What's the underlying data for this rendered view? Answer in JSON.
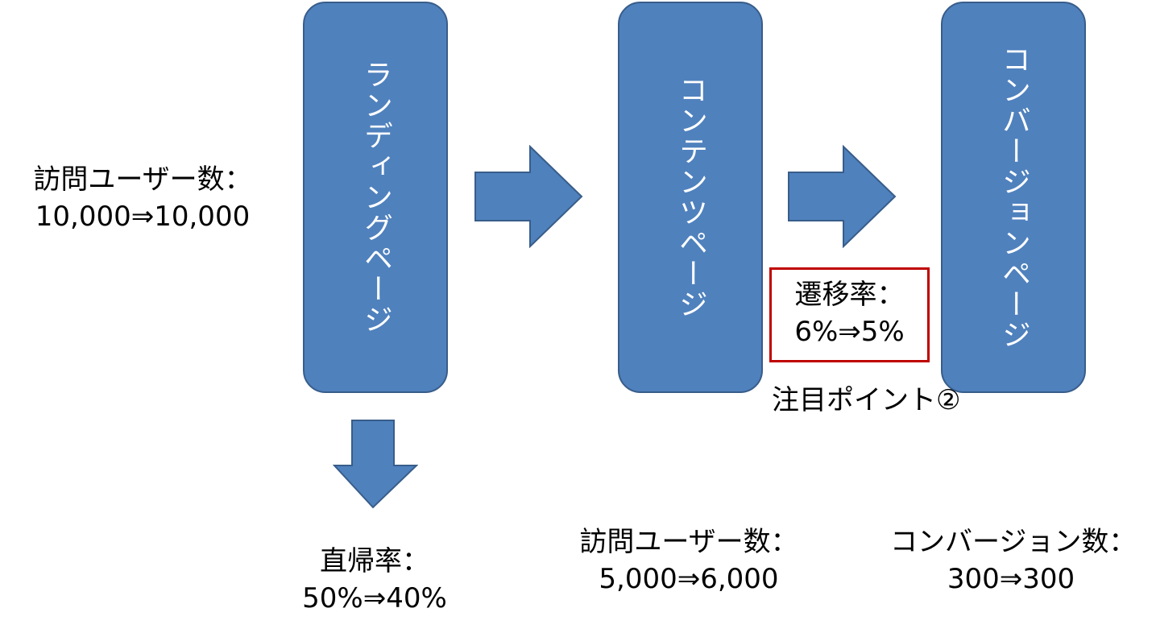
{
  "colors": {
    "box_fill": "#4f81bd",
    "box_border": "#385d8a",
    "highlight_border": "#c00000"
  },
  "stages": {
    "landing": "ランディングページ",
    "content": "コンテンツページ",
    "conversion": "コンバージョンページ"
  },
  "visitors_start": {
    "label": "訪問ユーザー数：",
    "value": "10,000⇒10,000"
  },
  "bounce": {
    "label": "直帰率：",
    "value": "50%⇒40%"
  },
  "transition": {
    "label": "遷移率：",
    "value": "6%⇒5%",
    "note": "注目ポイント②"
  },
  "visitors_content": {
    "label": "訪問ユーザー数：",
    "value": "5,000⇒6,000"
  },
  "conversions": {
    "label": "コンバージョン数：",
    "value": "300⇒300"
  }
}
